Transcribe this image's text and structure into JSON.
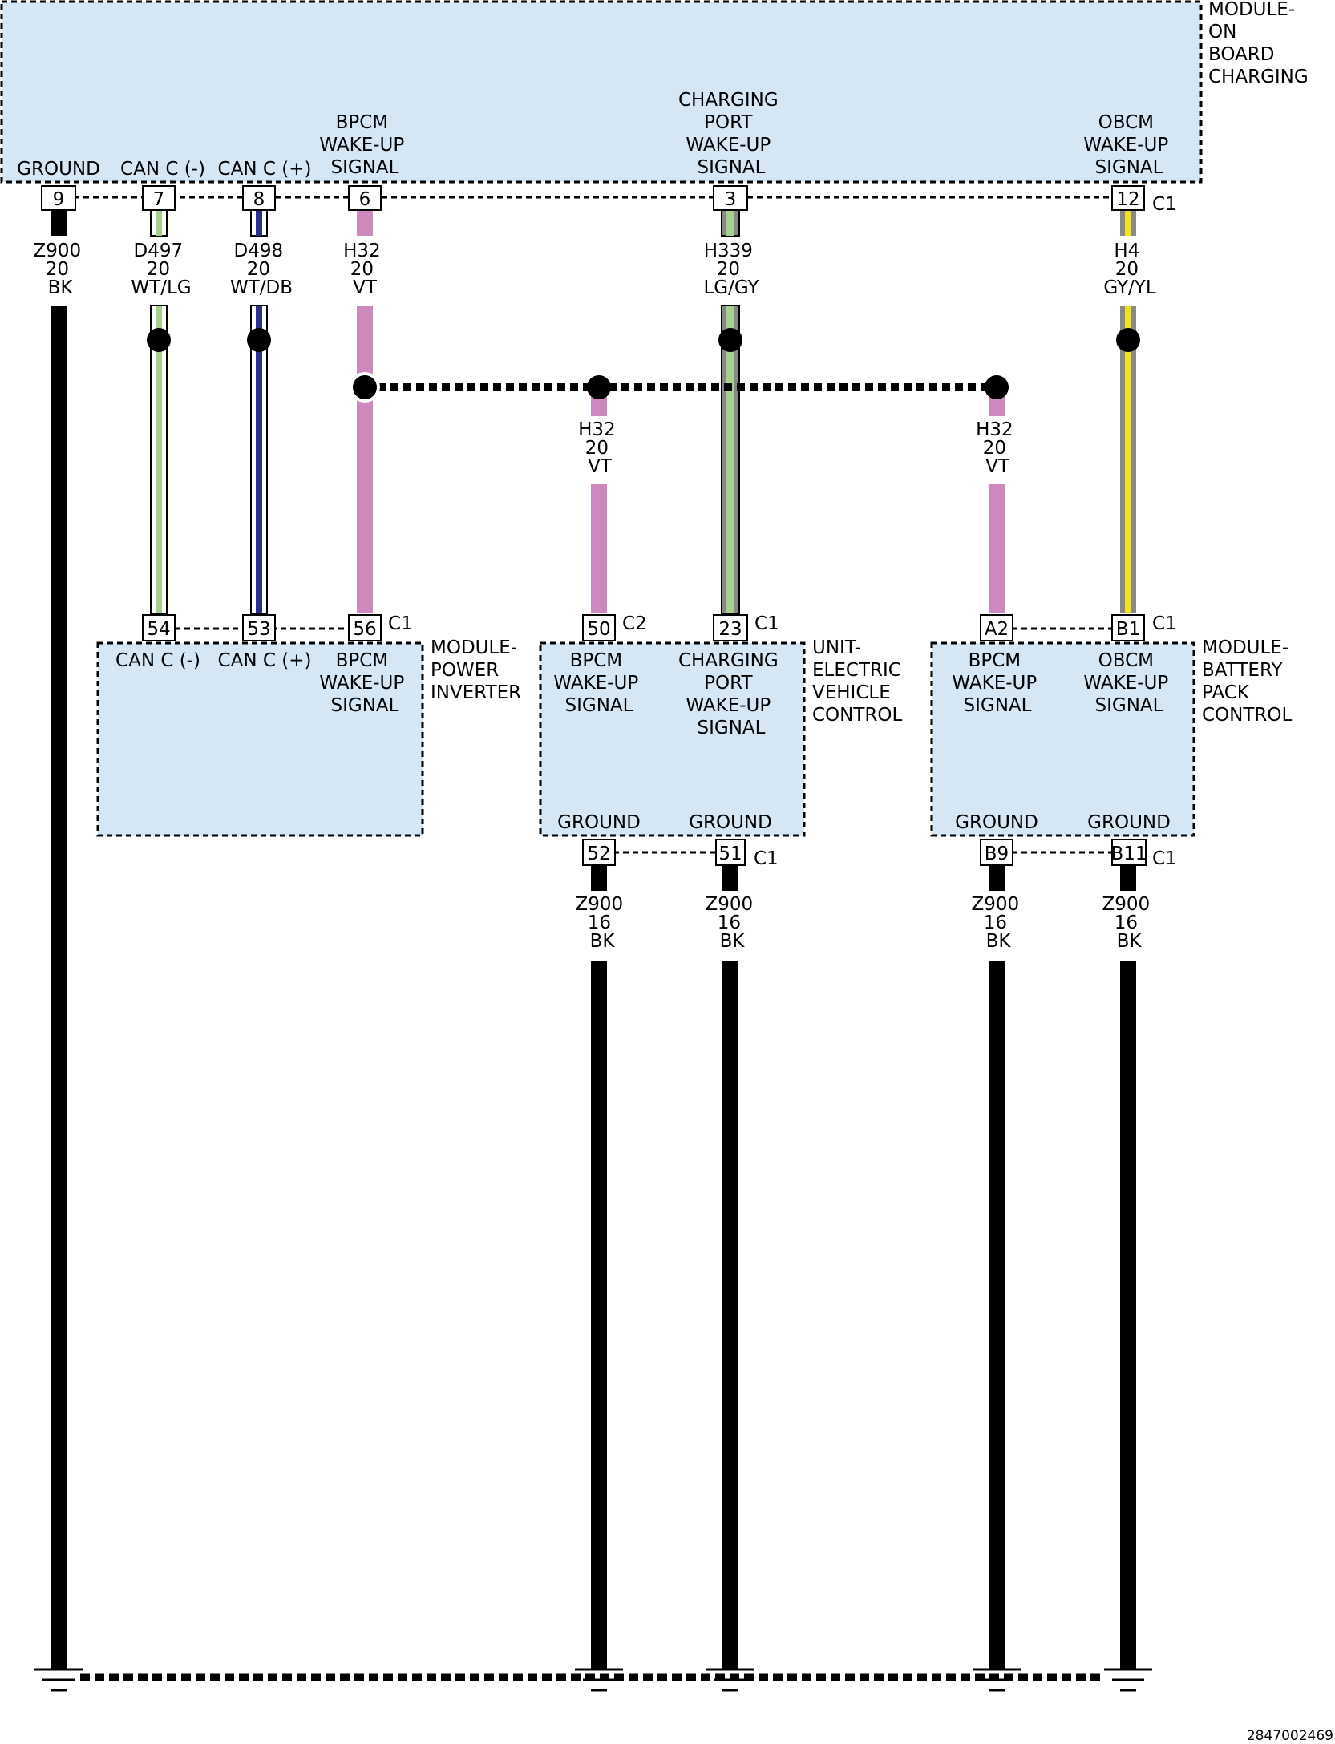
{
  "diagram_id": "2847002469",
  "modules": {
    "obc": {
      "name": [
        "MODULE-",
        "ON",
        "BOARD",
        "CHARGING"
      ],
      "connector": "C1",
      "pins": [
        {
          "pin": "9",
          "func": [
            "GROUND"
          ]
        },
        {
          "pin": "7",
          "func": [
            "CAN C (-)"
          ]
        },
        {
          "pin": "8",
          "func": [
            "CAN C (+)"
          ]
        },
        {
          "pin": "6",
          "func": [
            "BPCM",
            "WAKE-UP",
            "SIGNAL"
          ]
        },
        {
          "pin": "3",
          "func": [
            "CHARGING",
            "PORT",
            "WAKE-UP",
            "SIGNAL"
          ]
        },
        {
          "pin": "12",
          "func": [
            "OBCM",
            "WAKE-UP",
            "SIGNAL"
          ]
        }
      ]
    },
    "pim": {
      "name": [
        "MODULE-",
        "POWER",
        "INVERTER"
      ],
      "connector": "C1",
      "pins": [
        {
          "pin": "54",
          "func": [
            "CAN C (-)"
          ]
        },
        {
          "pin": "53",
          "func": [
            "CAN C (+)"
          ]
        },
        {
          "pin": "56",
          "func": [
            "BPCM",
            "WAKE-UP",
            "SIGNAL"
          ]
        }
      ]
    },
    "evcu": {
      "name": [
        "UNIT-",
        "ELECTRIC",
        "VEHICLE",
        "CONTROL"
      ],
      "pins": [
        {
          "pin": "50",
          "connector": "C2",
          "func": [
            "BPCM",
            "WAKE-UP",
            "SIGNAL"
          ]
        },
        {
          "pin": "23",
          "connector": "C1",
          "func": [
            "CHARGING",
            "PORT",
            "WAKE-UP",
            "SIGNAL"
          ]
        }
      ],
      "ground_pins": [
        {
          "pin": "52",
          "func": [
            "GROUND"
          ]
        },
        {
          "pin": "51",
          "func": [
            "GROUND"
          ],
          "connector": "C1"
        }
      ]
    },
    "bpcm": {
      "name": [
        "MODULE-",
        "BATTERY",
        "PACK",
        "CONTROL"
      ],
      "pins": [
        {
          "pin": "A2",
          "func": [
            "BPCM",
            "WAKE-UP",
            "SIGNAL"
          ]
        },
        {
          "pin": "B1",
          "connector": "C1",
          "func": [
            "OBCM",
            "WAKE-UP",
            "SIGNAL"
          ]
        }
      ],
      "ground_pins": [
        {
          "pin": "B9",
          "func": [
            "GROUND"
          ]
        },
        {
          "pin": "B11",
          "func": [
            "GROUND"
          ],
          "connector": "C1"
        }
      ]
    }
  },
  "wires": {
    "z900_main": [
      "Z900",
      "20",
      "BK"
    ],
    "d497": [
      "D497",
      "20",
      "WT/LG"
    ],
    "d498": [
      "D498",
      "20",
      "WT/DB"
    ],
    "h32": [
      "H32",
      "20",
      "VT"
    ],
    "h339": [
      "H339",
      "20",
      "LG/GY"
    ],
    "h4": [
      "H4",
      "20",
      "GY/YL"
    ],
    "h32_evcu": [
      "H32",
      "20",
      "VT"
    ],
    "h32_bpcm": [
      "H32",
      "20",
      "VT"
    ],
    "z900_52": [
      "Z900",
      "16",
      "BK"
    ],
    "z900_51": [
      "Z900",
      "16",
      "BK"
    ],
    "z900_b9": [
      "Z900",
      "16",
      "BK"
    ],
    "z900_b11": [
      "Z900",
      "16",
      "BK"
    ]
  },
  "colors": {
    "module_fill": "#d5e6f5",
    "violet": "#cd88be",
    "light_green": "#a8d08d",
    "dark_blue": "#2b2f8a",
    "gray": "#888888",
    "yellow": "#f1e31b",
    "black": "#000000"
  }
}
